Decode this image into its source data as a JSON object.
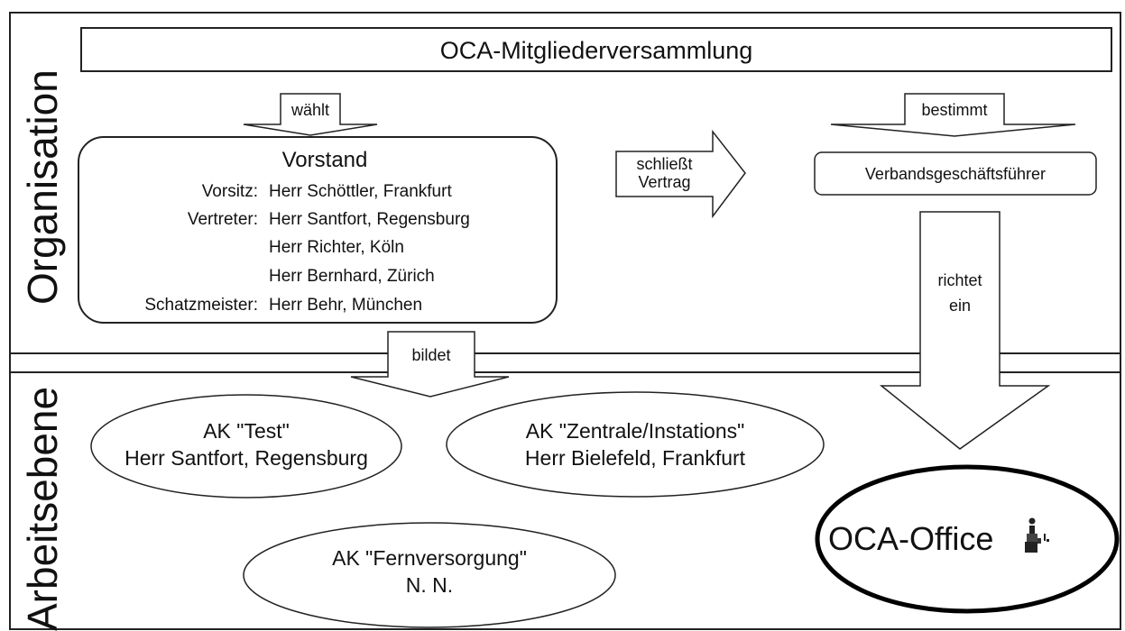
{
  "sections": {
    "top": "Organisation",
    "bottom": "Arbeitsebene"
  },
  "assembly": "OCA-Mitgliederversammlung",
  "arrows": {
    "waehlt": "wählt",
    "bestimmt": "bestimmt",
    "schliesst_line1": "schließt",
    "schliesst_line2": "Vertrag",
    "bildet": "bildet",
    "richtet_line1": "richtet",
    "richtet_line2": "ein"
  },
  "vorstand": {
    "title": "Vorstand",
    "rows": [
      {
        "role": "Vorsitz:",
        "name": "Herr Schöttler, Frankfurt"
      },
      {
        "role": "Vertreter:",
        "name": "Herr Santfort, Regensburg"
      },
      {
        "role": "",
        "name": "Herr Richter, Köln"
      },
      {
        "role": "",
        "name": "Herr Bernhard, Zürich"
      },
      {
        "role": "Schatzmeister:",
        "name": "Herr Behr, München"
      }
    ]
  },
  "manager": "Verbandsgeschäftsführer",
  "working_groups": [
    {
      "line1": "AK \"Test\"",
      "line2": "Herr Santfort, Regensburg"
    },
    {
      "line1": "AK \"Zentrale/Instations\"",
      "line2": "Herr Bielefeld, Frankfurt"
    },
    {
      "line1": "AK \"Fernversorgung\"",
      "line2": "N. N."
    }
  ],
  "office": "OCA-Office"
}
